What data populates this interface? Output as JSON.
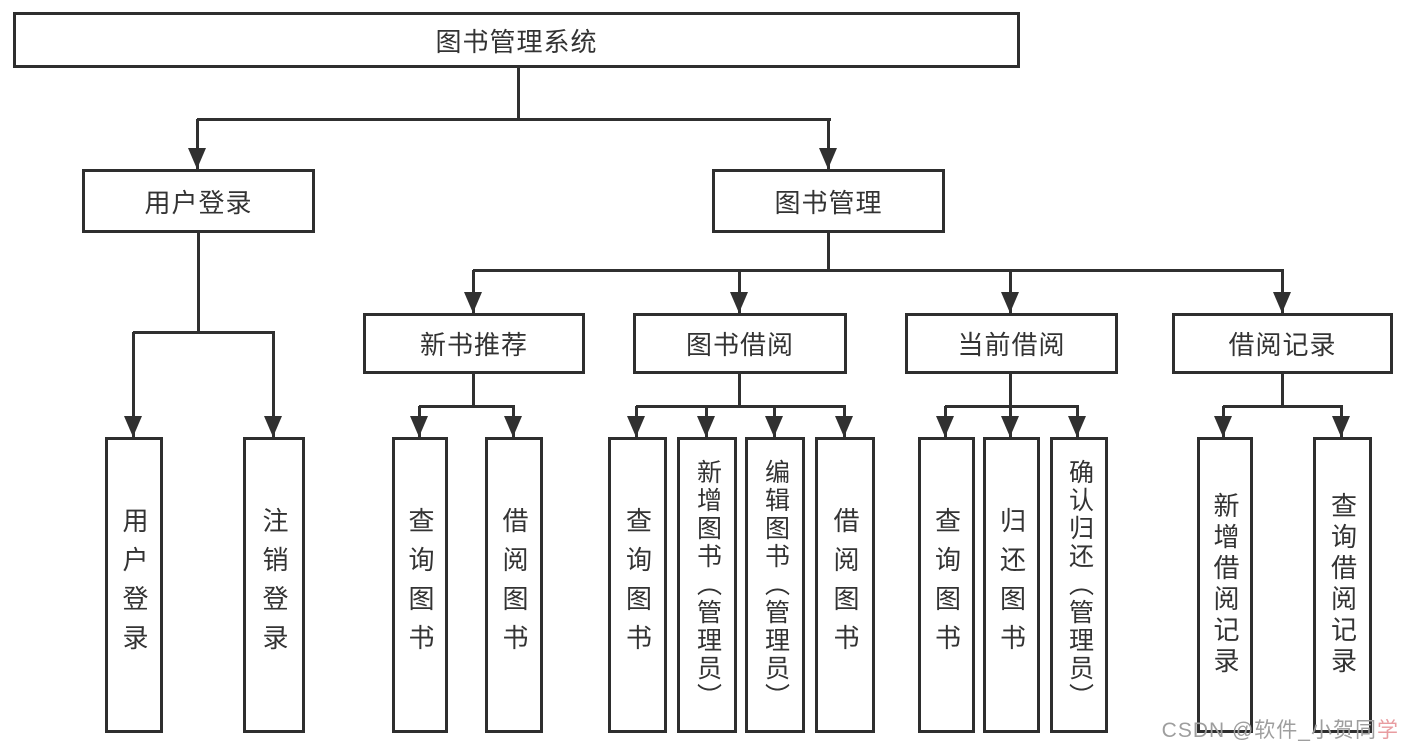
{
  "tree": {
    "root": {
      "label": "图书管理系统"
    },
    "user_login": {
      "label": "用户登录",
      "children": [
        {
          "label": "用户登录"
        },
        {
          "label": "注销登录"
        }
      ]
    },
    "book_management": {
      "label": "图书管理",
      "sections": [
        {
          "label": "新书推荐",
          "children": [
            {
              "label": "查询图书"
            },
            {
              "label": "借阅图书"
            }
          ]
        },
        {
          "label": "图书借阅",
          "children": [
            {
              "label": "查询图书"
            },
            {
              "label": "新增图书（管理员）"
            },
            {
              "label": "编辑图书（管理员）"
            },
            {
              "label": "借阅图书"
            }
          ]
        },
        {
          "label": "当前借阅",
          "children": [
            {
              "label": "查询图书"
            },
            {
              "label": "归还图书"
            },
            {
              "label": "确认归还（管理员）"
            }
          ]
        },
        {
          "label": "借阅记录",
          "children": [
            {
              "label": "新增借阅记录"
            },
            {
              "label": "查询借阅记录"
            }
          ]
        }
      ]
    }
  },
  "watermark": {
    "text_gray": "CSDN @软件_小贺同",
    "text_pink": "学"
  },
  "colors": {
    "line": "#303030",
    "box_border": "#2e2e2e",
    "text": "#333333",
    "watermark_gray": "#9e9e9e",
    "watermark_pink": "#e89ca0",
    "background": "#ffffff"
  }
}
